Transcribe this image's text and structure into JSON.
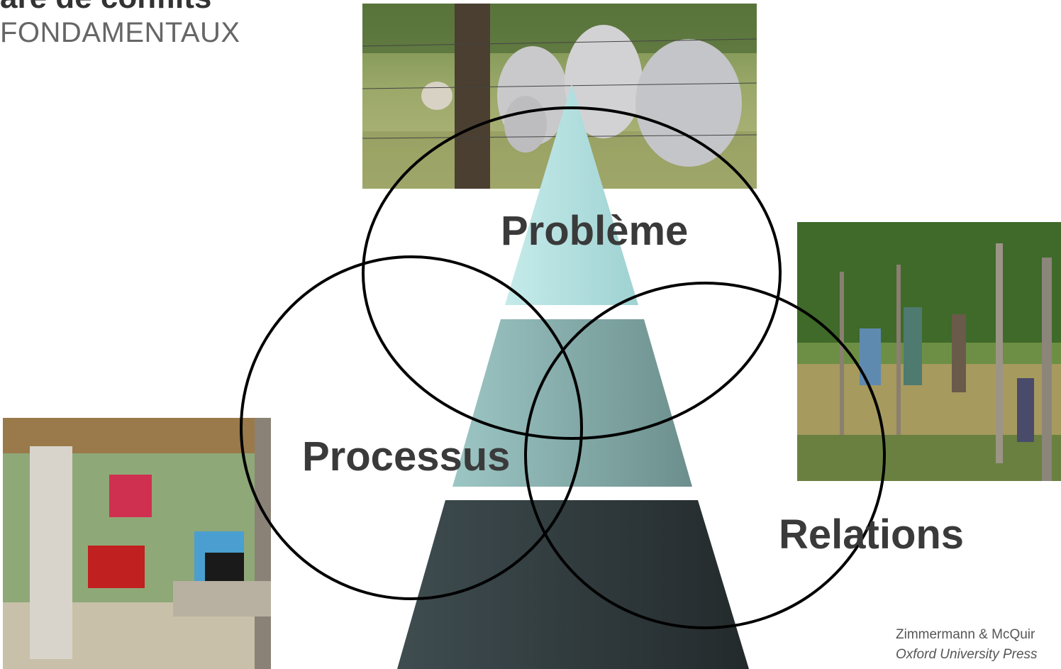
{
  "slide": {
    "title_partial": "are de conflits",
    "subtitle": "FONDAMENTAUX"
  },
  "labels": {
    "probleme": "Problème",
    "processus": "Processus",
    "relations": "Relations"
  },
  "credit": {
    "authors": "Zimmermann & McQuir",
    "publisher": "Oxford University Press"
  },
  "photos": {
    "cattle": "photo-cattle",
    "field": "photo-field",
    "group": "photo-group"
  },
  "colors": {
    "pyramid_top": "#a8dcdc",
    "pyramid_middle": "#7aa6a4",
    "pyramid_bottom": "#2f3a3c",
    "circle_stroke": "#000000",
    "label_text": "#3a3a3a"
  }
}
